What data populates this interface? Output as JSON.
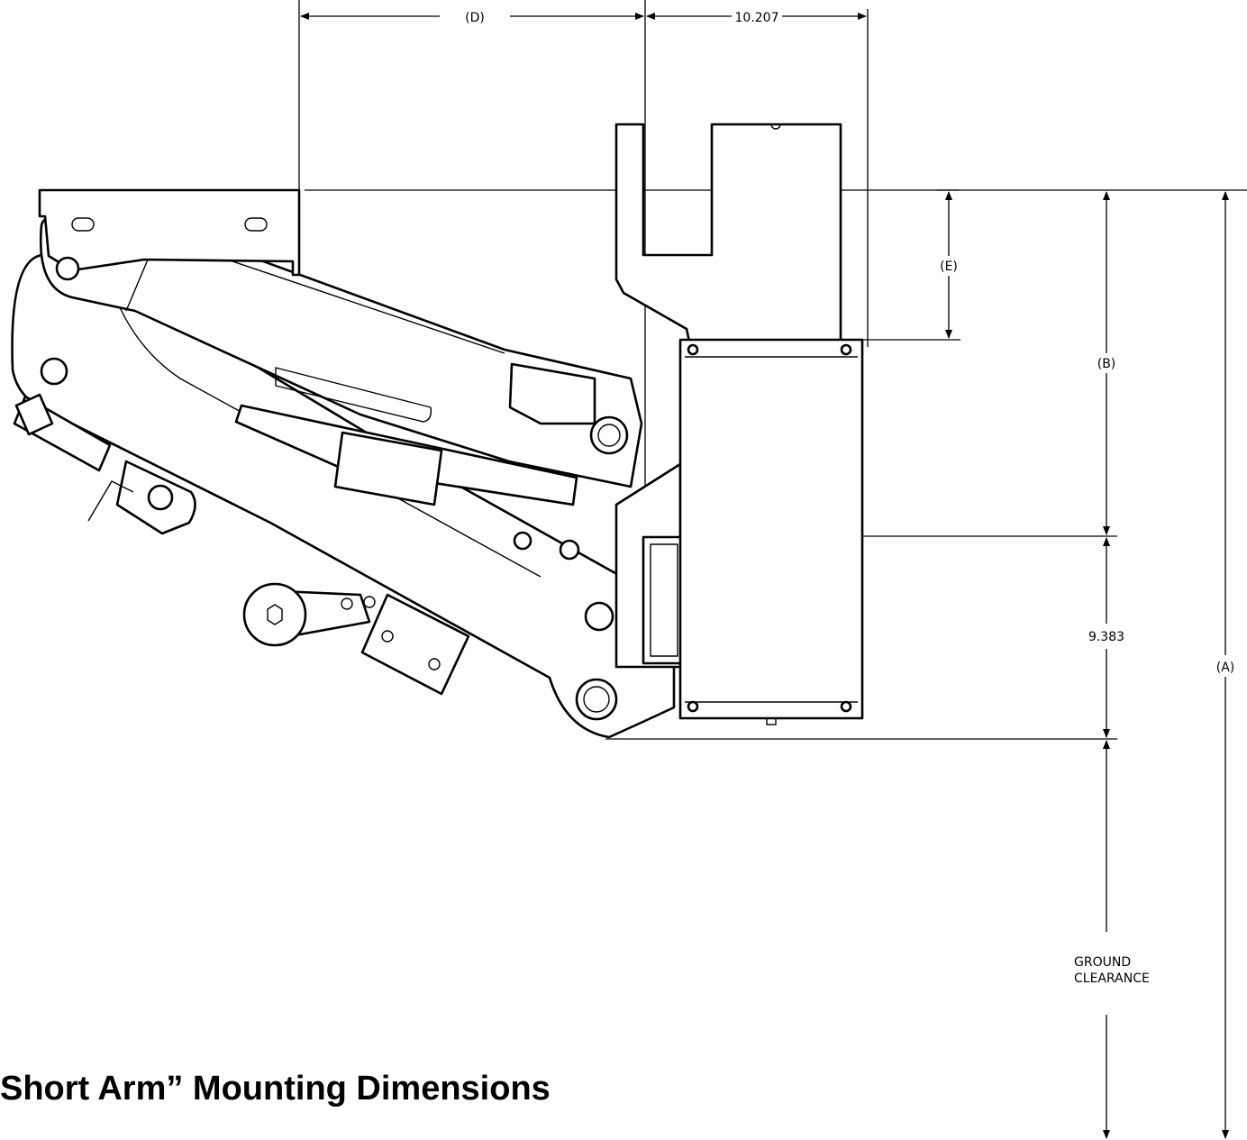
{
  "title": "Short Arm” Mounting Dimensions",
  "dimensions": {
    "d": "(D)",
    "top_width": "10.207",
    "e": "(E)",
    "b": "(B)",
    "lower_height": "9.383",
    "a": "(A)",
    "ground_clearance_line1": "GROUND",
    "ground_clearance_line2": "CLEARANCE"
  }
}
